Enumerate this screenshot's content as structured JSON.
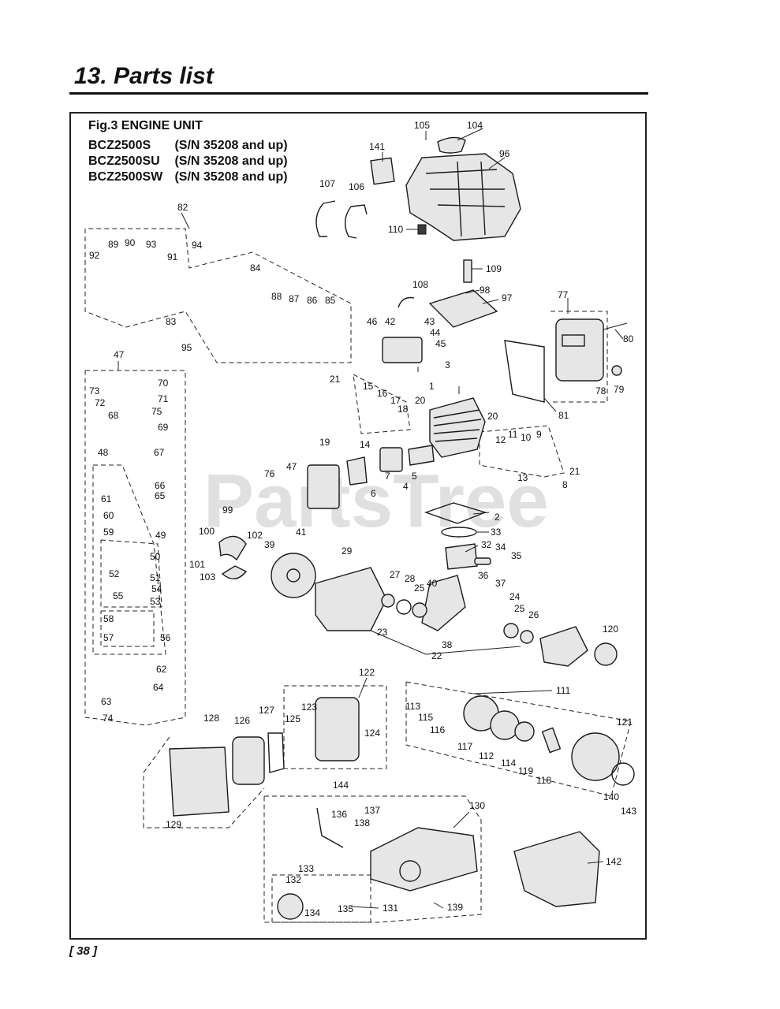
{
  "page": {
    "title": "13. Parts list",
    "page_number": "38",
    "watermark": "PartsTree"
  },
  "figure": {
    "caption": "Fig.3 ENGINE UNIT",
    "models": [
      {
        "model": "BCZ2500S",
        "serial": "(S/N 35208 and up)"
      },
      {
        "model": "BCZ2500SU",
        "serial": "(S/N 35208 and up)"
      },
      {
        "model": "BCZ2500SW",
        "serial": "(S/N 35208 and up)"
      }
    ]
  },
  "callouts": {
    "c1": "1",
    "c2": "2",
    "c3": "3",
    "c4": "4",
    "c5": "5",
    "c6": "6",
    "c7": "7",
    "c8": "8",
    "c9": "9",
    "c10": "10",
    "c11": "11",
    "c12": "12",
    "c13": "13",
    "c14": "14",
    "c15": "15",
    "c16": "16",
    "c17": "17",
    "c18": "18",
    "c19": "19",
    "c20a": "20",
    "c20b": "20",
    "c21a": "21",
    "c21b": "21",
    "c22": "22",
    "c23": "23",
    "c24": "24",
    "c25a": "25",
    "c25b": "25",
    "c26": "26",
    "c27": "27",
    "c28": "28",
    "c29": "29",
    "c32": "32",
    "c33": "33",
    "c34": "34",
    "c35": "35",
    "c36": "36",
    "c37": "37",
    "c38": "38",
    "c39": "39",
    "c40": "40",
    "c41": "41",
    "c42": "42",
    "c43": "43",
    "c44": "44",
    "c45": "45",
    "c46": "46",
    "c47a": "47",
    "c47b": "47",
    "c48": "48",
    "c49": "49",
    "c50": "50",
    "c51": "51",
    "c52": "52",
    "c53": "53",
    "c54": "54",
    "c55": "55",
    "c56": "56",
    "c57": "57",
    "c58": "58",
    "c59": "59",
    "c60": "60",
    "c61": "61",
    "c62": "62",
    "c63": "63",
    "c64": "64",
    "c65": "65",
    "c66": "66",
    "c67": "67",
    "c68": "68",
    "c69": "69",
    "c70": "70",
    "c71": "71",
    "c72": "72",
    "c73": "73",
    "c74": "74",
    "c75": "75",
    "c76": "76",
    "c77": "77",
    "c78": "78",
    "c79": "79",
    "c80": "80",
    "c81": "81",
    "c82": "82",
    "c83": "83",
    "c84": "84",
    "c85": "85",
    "c86": "86",
    "c87": "87",
    "c88": "88",
    "c89": "89",
    "c90": "90",
    "c91": "91",
    "c92": "92",
    "c93": "93",
    "c94": "94",
    "c95": "95",
    "c96": "96",
    "c97": "97",
    "c98": "98",
    "c99": "99",
    "c100": "100",
    "c101": "101",
    "c102": "102",
    "c103": "103",
    "c104": "104",
    "c105": "105",
    "c106": "106",
    "c107": "107",
    "c108": "108",
    "c109": "109",
    "c110": "110",
    "c111": "111",
    "c112": "112",
    "c113": "113",
    "c114": "114",
    "c115": "115",
    "c116": "116",
    "c117": "117",
    "c118": "118",
    "c119": "119",
    "c120": "120",
    "c121": "121",
    "c122": "122",
    "c123": "123",
    "c124": "124",
    "c125": "125",
    "c126": "126",
    "c127": "127",
    "c128": "128",
    "c129": "129",
    "c130": "130",
    "c131": "131",
    "c132": "132",
    "c133": "133",
    "c134": "134",
    "c135": "135",
    "c136": "136",
    "c137": "137",
    "c138": "138",
    "c139": "139",
    "c140": "140",
    "c141": "141",
    "c142": "142",
    "c143": "143",
    "c144": "144"
  }
}
